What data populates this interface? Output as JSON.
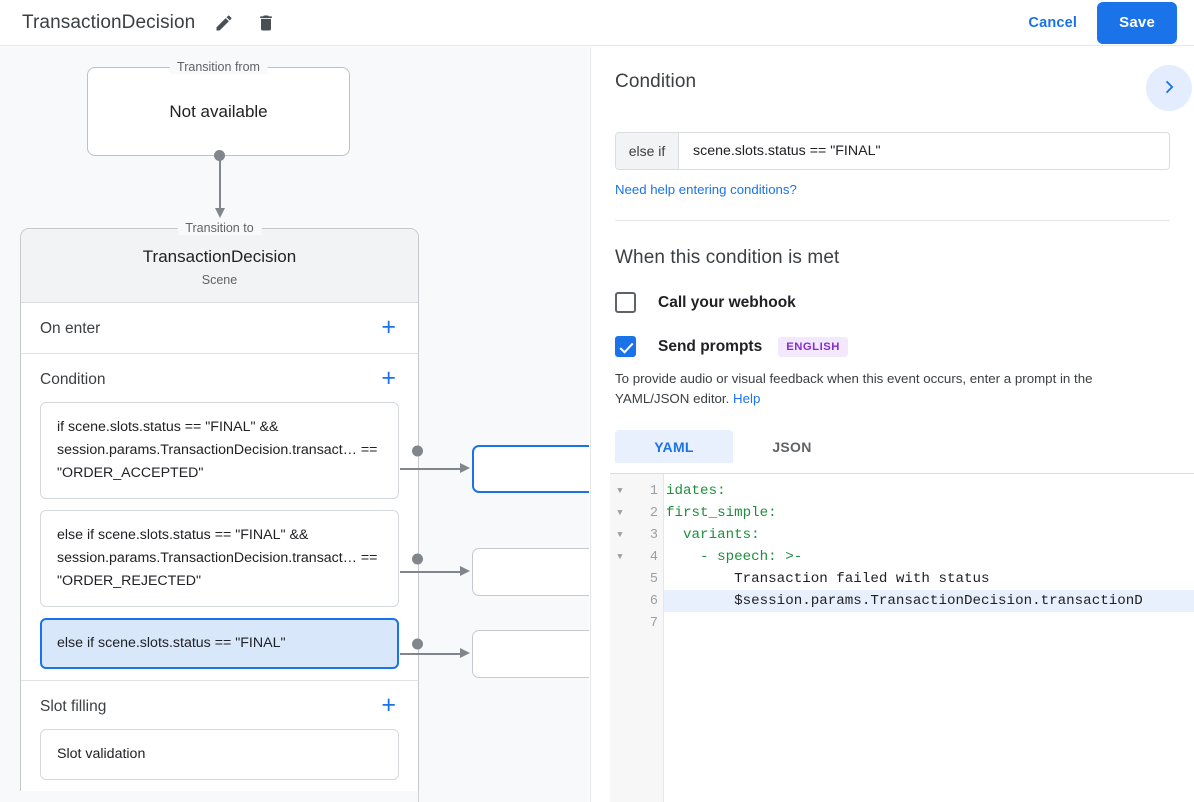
{
  "topbar": {
    "title": "TransactionDecision",
    "edit_icon": "pencil-icon",
    "delete_icon": "trash-icon",
    "cancel_label": "Cancel",
    "save_label": "Save",
    "accent": "#1a73e8"
  },
  "canvas": {
    "transition_from": {
      "legend": "Transition from",
      "value": "Not available"
    },
    "transition_to": {
      "legend": "Transition to",
      "title": "TransactionDecision",
      "subtitle": "Scene"
    },
    "sections": [
      {
        "title": "On enter",
        "add_label": "+"
      },
      {
        "title": "Condition",
        "add_label": "+"
      },
      {
        "title": "Slot filling",
        "add_label": "+"
      }
    ],
    "conditions": [
      {
        "text": "if scene.slots.status == \"FINAL\" && session.params.TransactionDecision.transact… == \"ORDER_ACCEPTED\"",
        "selected": false
      },
      {
        "text": "else if scene.slots.status == \"FINAL\" && session.params.TransactionDecision.transact… == \"ORDER_REJECTED\"",
        "selected": false
      },
      {
        "text": "else if scene.slots.status == \"FINAL\"",
        "selected": true
      }
    ],
    "slot_filling": [
      {
        "text": "Slot validation"
      }
    ]
  },
  "panel": {
    "heading": "Condition",
    "expand_icon": "chevron-right-icon",
    "condition": {
      "prefix": "else if",
      "value": "scene.slots.status == \"FINAL\"",
      "placeholder": ""
    },
    "help_link": "Need help entering conditions?",
    "when_heading": "When this condition is met",
    "webhook": {
      "label": "Call your webhook",
      "checked": false
    },
    "prompts": {
      "label": "Send prompts",
      "checked": true,
      "badge": "ENGLISH",
      "badge_bg": "#f3e8fd",
      "badge_fg": "#8430ce"
    },
    "hint_text": "To provide audio or visual feedback when this event occurs, enter a prompt in the YAML/JSON editor. ",
    "hint_link": "Help",
    "tabs": [
      {
        "label": "YAML",
        "active": true
      },
      {
        "label": "JSON",
        "active": false
      }
    ],
    "editor": {
      "highlighted_line": 6,
      "lines": [
        {
          "num": "1",
          "fold": true,
          "text": "idates:",
          "kind": "key"
        },
        {
          "num": "2",
          "fold": true,
          "text": "first_simple:",
          "kind": "key"
        },
        {
          "num": "3",
          "fold": true,
          "text": "  variants:",
          "kind": "key"
        },
        {
          "num": "4",
          "fold": true,
          "text": "    - speech: >-",
          "kind": "key"
        },
        {
          "num": "5",
          "fold": false,
          "text": "        Transaction failed with status",
          "kind": "plain"
        },
        {
          "num": "6",
          "fold": false,
          "text": "        $session.params.TransactionDecision.transactionD",
          "kind": "plain"
        },
        {
          "num": "7",
          "fold": false,
          "text": "",
          "kind": "plain"
        }
      ]
    }
  }
}
